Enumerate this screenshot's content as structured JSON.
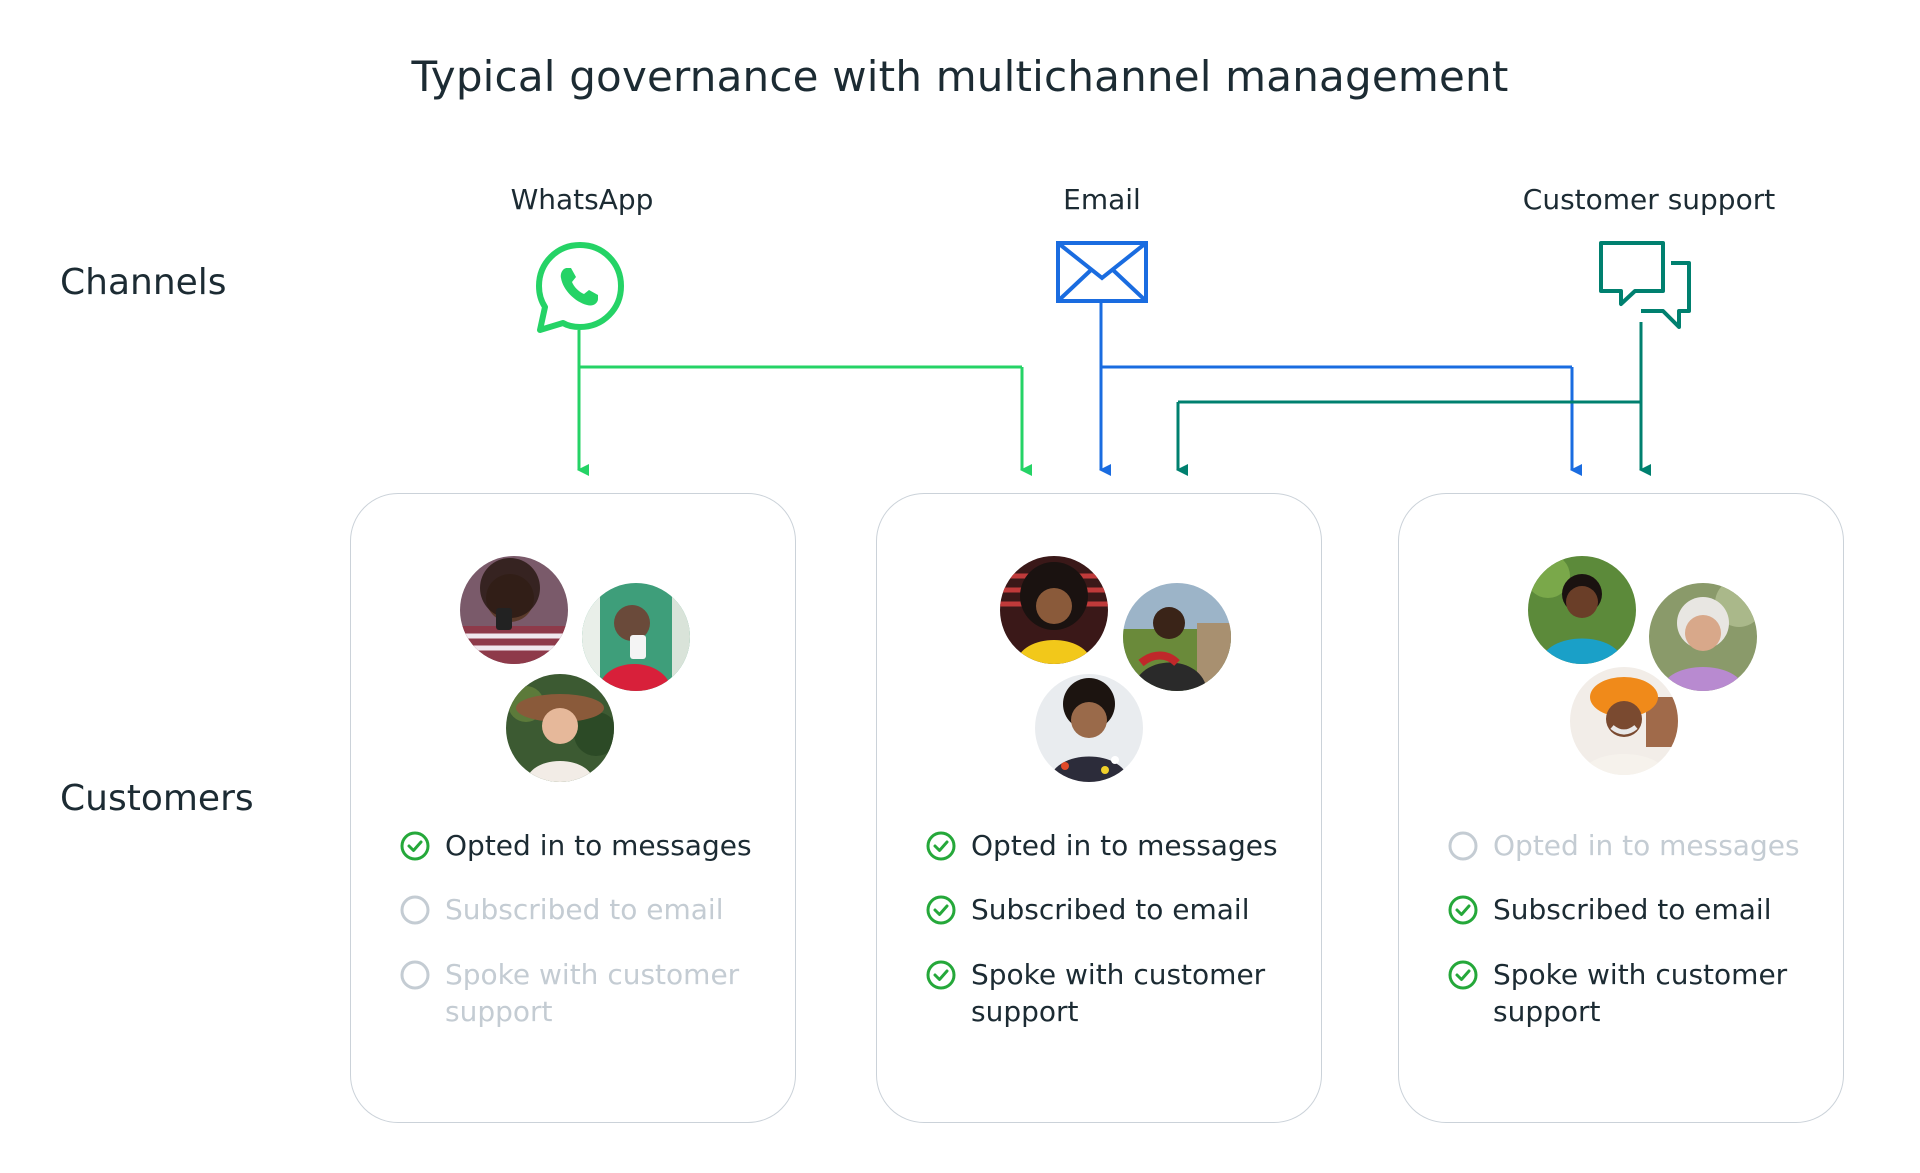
{
  "title": "Typical governance with multichannel management",
  "row_labels": {
    "channels": "Channels",
    "customers": "Customers"
  },
  "channels": [
    {
      "name": "WhatsApp",
      "icon": "whatsapp-icon",
      "color": "#25d366"
    },
    {
      "name": "Email",
      "icon": "envelope-icon",
      "color": "#1a6ce0"
    },
    {
      "name": "Customer support",
      "icon": "chat-bubbles-icon",
      "color": "#00806f"
    }
  ],
  "colors": {
    "check": "#25a83a",
    "unchecked": "#c4ccd3",
    "text": "#1c2b33",
    "card_border": "#cbd2d9"
  },
  "cards": [
    {
      "items": [
        {
          "label": "Opted in to messages",
          "checked": true
        },
        {
          "label": "Subscribed to email",
          "checked": false
        },
        {
          "label": "Spoke with customer support",
          "checked": false
        }
      ]
    },
    {
      "items": [
        {
          "label": "Opted in to messages",
          "checked": true
        },
        {
          "label": "Subscribed to email",
          "checked": true
        },
        {
          "label": "Spoke with customer support",
          "checked": true
        }
      ]
    },
    {
      "items": [
        {
          "label": "Opted in to messages",
          "checked": false
        },
        {
          "label": "Subscribed to email",
          "checked": true
        },
        {
          "label": "Spoke with customer support",
          "checked": true
        }
      ]
    }
  ]
}
